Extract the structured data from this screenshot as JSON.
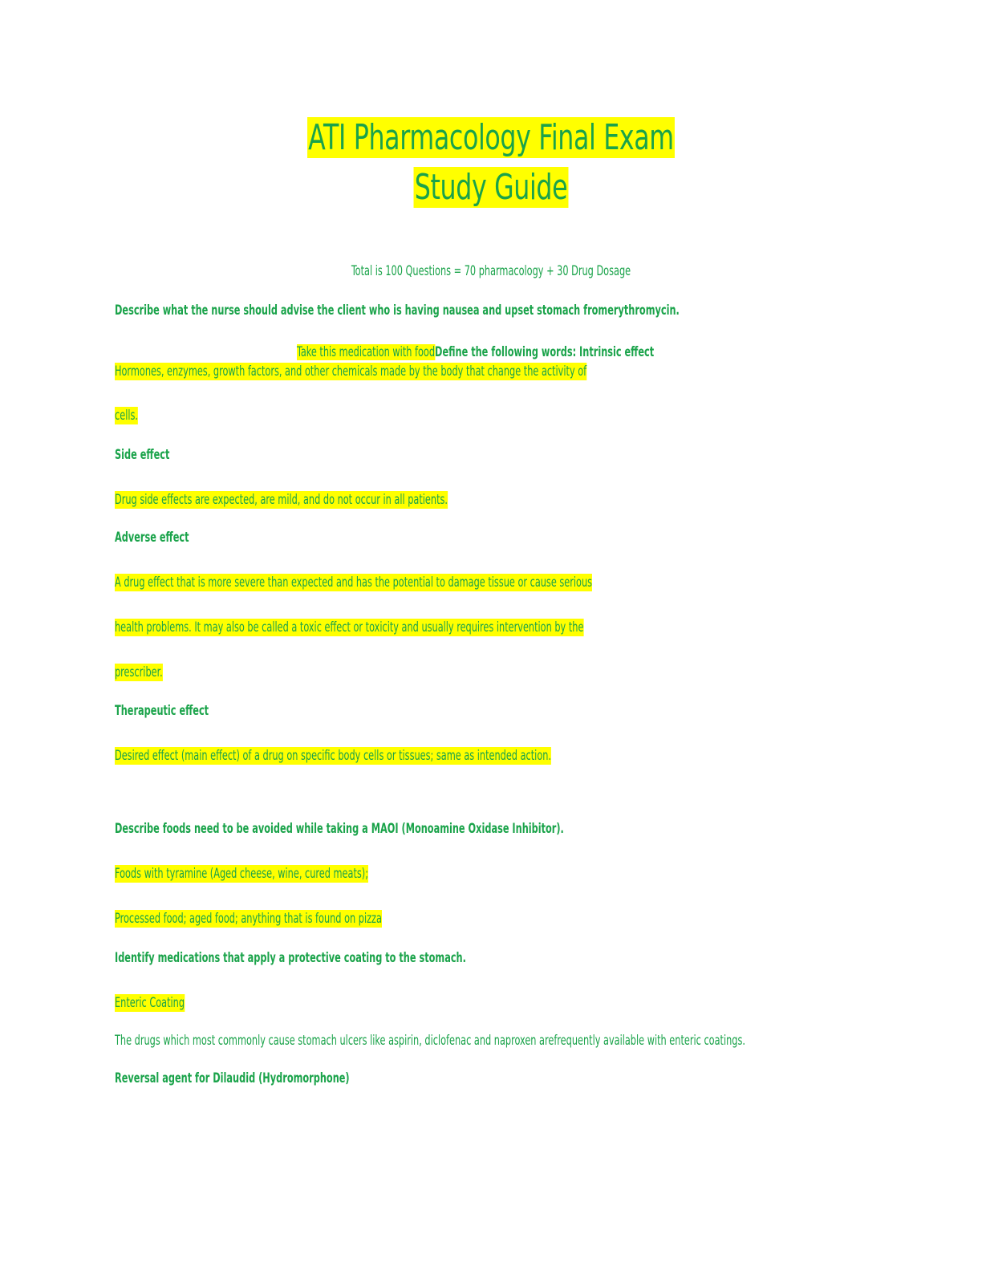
{
  "title": {
    "line1": "ATI Pharmacology Final Exam",
    "line2": "Study Guide"
  },
  "subtitle": "Total is 100 Questions = 70 pharmacology + 30 Drug Dosage",
  "q1": {
    "question": "Describe what the nurse should advise the client who is having nausea and upset stomach fromerythromycin.",
    "answer": "Take this medication with food"
  },
  "q2": {
    "question": "Define the following words: Intrinsic effect",
    "answer_line1": "Hormones, enzymes, growth factors, and other chemicals made by the body that change the activity of",
    "answer_line2": "cells."
  },
  "side_effect": {
    "term": "Side effect",
    "definition": "Drug side effects are expected, are mild, and do not occur in all patients."
  },
  "adverse_effect": {
    "term": "Adverse effect",
    "definition_line1": "A drug effect that is more severe than expected and has the potential to damage tissue or cause serious",
    "definition_line2": "health problems. It may also be called a toxic effect or toxicity and usually requires intervention by the",
    "definition_line3": "prescriber."
  },
  "therapeutic_effect": {
    "term": "Therapeutic effect",
    "definition": "Desired effect (main effect) of a drug on specific body cells or tissues; same as intended action."
  },
  "q3": {
    "question": "Describe foods need to be avoided while taking a MAOI (Monoamine Oxidase Inhibitor).",
    "answer_line1": "Foods with tyramine (Aged cheese, wine, cured meats);",
    "answer_line2": "Processed food; aged food; anything that is found on pizza"
  },
  "q4": {
    "question": "Identify medications that apply a protective coating to the stomach.",
    "answer": "Enteric Coating",
    "note": "The drugs which most commonly cause stomach ulcers like aspirin, diclofenac and naproxen arefrequently available with enteric coatings."
  },
  "q5": {
    "question": "Reversal agent for Dilaudid (Hydromorphone)"
  },
  "colors": {
    "text": "#1aa34a",
    "highlight": "#ffff00"
  }
}
